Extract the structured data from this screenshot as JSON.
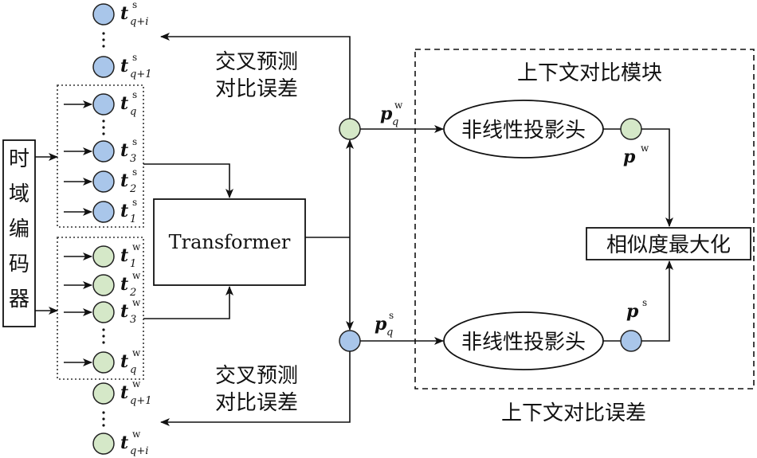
{
  "encoder_label": "时域编码器",
  "transformer_label": "Transformer",
  "module_title": "上下文对比模块",
  "projection_head_top": "非线性投影头",
  "projection_head_bottom": "非线性投影头",
  "similarity_label": "相似度最大化",
  "context_loss_label": "上下文对比误差",
  "cross_loss_top": [
    "交叉预测",
    "对比误差"
  ],
  "cross_loss_bottom": [
    "交叉预测",
    "对比误差"
  ],
  "tokens_strong": [
    {
      "base": "t",
      "sup": "s",
      "sub": "q+i"
    },
    {
      "base": "t",
      "sup": "s",
      "sub": "q+1"
    },
    {
      "base": "t",
      "sup": "s",
      "sub": "q"
    },
    {
      "base": "t",
      "sup": "s",
      "sub": "3"
    },
    {
      "base": "t",
      "sup": "s",
      "sub": "2"
    },
    {
      "base": "t",
      "sup": "s",
      "sub": "1"
    }
  ],
  "tokens_weak": [
    {
      "base": "t",
      "sup": "w",
      "sub": "1"
    },
    {
      "base": "t",
      "sup": "w",
      "sub": "2"
    },
    {
      "base": "t",
      "sup": "w",
      "sub": "3"
    },
    {
      "base": "t",
      "sup": "w",
      "sub": "q"
    },
    {
      "base": "t",
      "sup": "w",
      "sub": "q+1"
    },
    {
      "base": "t",
      "sup": "w",
      "sub": "q+i"
    }
  ],
  "p_q_w": {
    "base": "p",
    "sup": "w",
    "sub": "q"
  },
  "p_q_s": {
    "base": "p",
    "sup": "s",
    "sub": "q"
  },
  "p_w": {
    "base": "p",
    "sup": "w"
  },
  "p_s": {
    "base": "p",
    "sup": "s"
  }
}
